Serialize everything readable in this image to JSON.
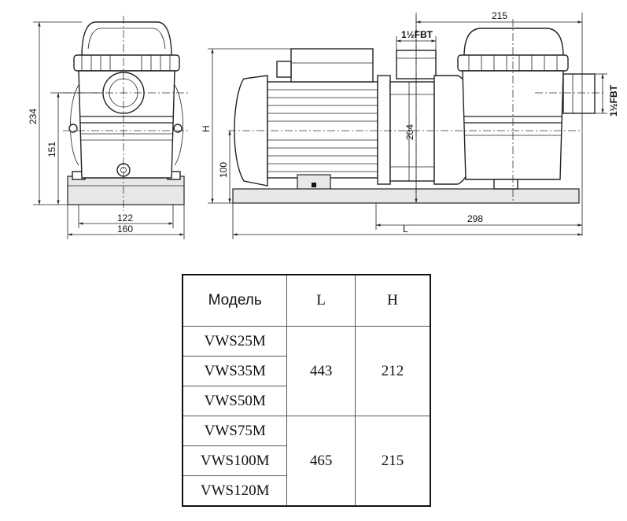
{
  "dimensions": {
    "front_height_total": "234",
    "front_height_axis": "151",
    "front_base_inner": "122",
    "front_base_outer": "160",
    "side_height_label": "H",
    "side_base_height": "100",
    "side_axis_height": "204",
    "side_top_length": "215",
    "side_bottom_length": "298",
    "side_total_length": "L",
    "inlet_thread": "1½FBT",
    "outlet_thread": "1½FBT"
  },
  "table": {
    "header": {
      "model": "Модель",
      "l": "L",
      "h": "H"
    },
    "groups": [
      {
        "models": [
          "VWS25M",
          "VWS35M",
          "VWS50M"
        ],
        "l": "443",
        "h": "212"
      },
      {
        "models": [
          "VWS75M",
          "VWS100M",
          "VWS120M"
        ],
        "l": "465",
        "h": "215"
      }
    ]
  }
}
